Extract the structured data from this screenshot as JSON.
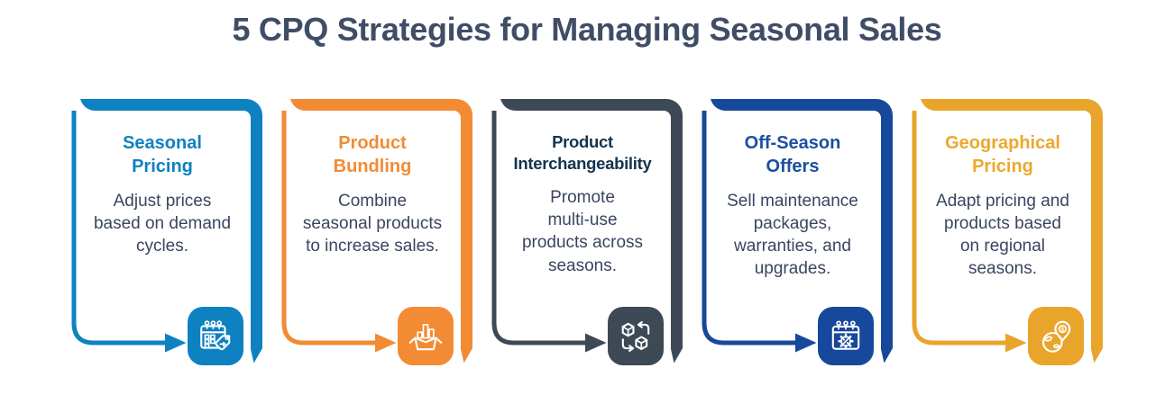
{
  "title": "5 CPQ Strategies for Managing Seasonal Sales",
  "palette": {
    "title_text": "#404D66",
    "body_text": "#3A4560",
    "background": "#FFFFFF"
  },
  "cards": [
    {
      "heading": "Seasonal\nPricing",
      "body": "Adjust prices\nbased on demand\ncycles.",
      "color": "#0E81C1",
      "heading_color": "#0E81C1",
      "icon": "calendar-price-tag"
    },
    {
      "heading": "Product\nBundling",
      "body": "Combine\nseasonal products\nto increase sales.",
      "color": "#F28B33",
      "heading_color": "#F28B33",
      "icon": "open-box-products"
    },
    {
      "heading": "Product\nInterchangeability",
      "body": "Promote\nmulti-use\nproducts across\nseasons.",
      "color": "#3E4956",
      "heading_color": "#123450",
      "icon": "cubes-swap"
    },
    {
      "heading": "Off-Season\nOffers",
      "body": "Sell maintenance\npackages,\nwarranties, and\nupgrades.",
      "color": "#16489B",
      "heading_color": "#1B4FA0",
      "icon": "calendar-discount"
    },
    {
      "heading": "Geographical\nPricing",
      "body": "Adapt pricing and\nproducts based\non regional\nseasons.",
      "color": "#E9A52B",
      "heading_color": "#ECA72E",
      "icon": "globe-price-pin",
      "icon_symbol": "$"
    }
  ]
}
